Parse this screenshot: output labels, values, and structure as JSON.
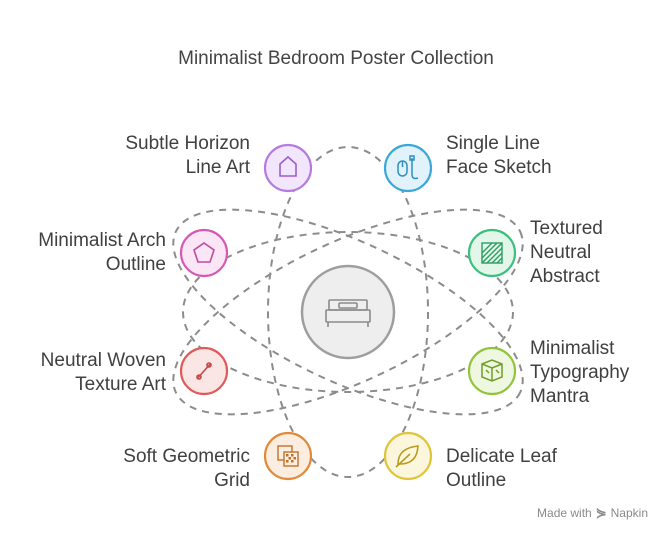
{
  "title": "Minimalist Bedroom Poster Collection",
  "center": {
    "icon": "bed-icon",
    "color": "#9e9e9e"
  },
  "items": [
    {
      "label": "Subtle Horizon\nLine Art",
      "icon": "house-icon",
      "color": "#b57be0"
    },
    {
      "label": "Single Line\nFace Sketch",
      "icon": "mouse-icon",
      "color": "#3aa8d8"
    },
    {
      "label": "Minimalist Arch\nOutline",
      "icon": "pentagon-icon",
      "color": "#d45ab5"
    },
    {
      "label": "Textured\nNeutral\nAbstract",
      "icon": "hatch-square-icon",
      "color": "#3bbf7a"
    },
    {
      "label": "Neutral Woven\nTexture Art",
      "icon": "pen-icon",
      "color": "#e05a5a"
    },
    {
      "label": "Minimalist\nTypography\nMantra",
      "icon": "cube-icon",
      "color": "#8fc43c"
    },
    {
      "label": "Soft Geometric\nGrid",
      "icon": "grid-icon",
      "color": "#e08a3a"
    },
    {
      "label": "Delicate Leaf\nOutline",
      "icon": "leaf-icon",
      "color": "#e0c43a"
    }
  ],
  "footer": {
    "prefix": "Made with",
    "brand": "Napkin"
  }
}
